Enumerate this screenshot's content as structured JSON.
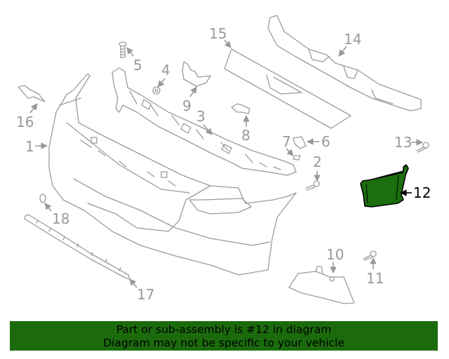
{
  "diagram": {
    "title": "Front bumper assembly exploded parts diagram",
    "highlighted_part": "12",
    "highlight_color": "#1c6e0e",
    "line_color": "#9a9a9a",
    "callouts": [
      {
        "number": "1",
        "part": "bumper-cover"
      },
      {
        "number": "2",
        "part": "screw"
      },
      {
        "number": "3",
        "part": "upper-bracket"
      },
      {
        "number": "4",
        "part": "clip"
      },
      {
        "number": "5",
        "part": "bolt"
      },
      {
        "number": "6",
        "part": "bracket"
      },
      {
        "number": "7",
        "part": "clip"
      },
      {
        "number": "8",
        "part": "bracket"
      },
      {
        "number": "9",
        "part": "side-bracket"
      },
      {
        "number": "10",
        "part": "fog-lamp-bezel"
      },
      {
        "number": "11",
        "part": "screw"
      },
      {
        "number": "12",
        "part": "side-support-bracket"
      },
      {
        "number": "13",
        "part": "screw"
      },
      {
        "number": "14",
        "part": "energy-absorber"
      },
      {
        "number": "15",
        "part": "grille-panel"
      },
      {
        "number": "16",
        "part": "emblem"
      },
      {
        "number": "17",
        "part": "lower-molding"
      },
      {
        "number": "18",
        "part": "cap"
      }
    ]
  },
  "banner": {
    "line1": "Part or sub-assembly is #12 in diagram",
    "line2": "Diagram may not be specific to your vehicle",
    "background": "#1b6b0d"
  }
}
